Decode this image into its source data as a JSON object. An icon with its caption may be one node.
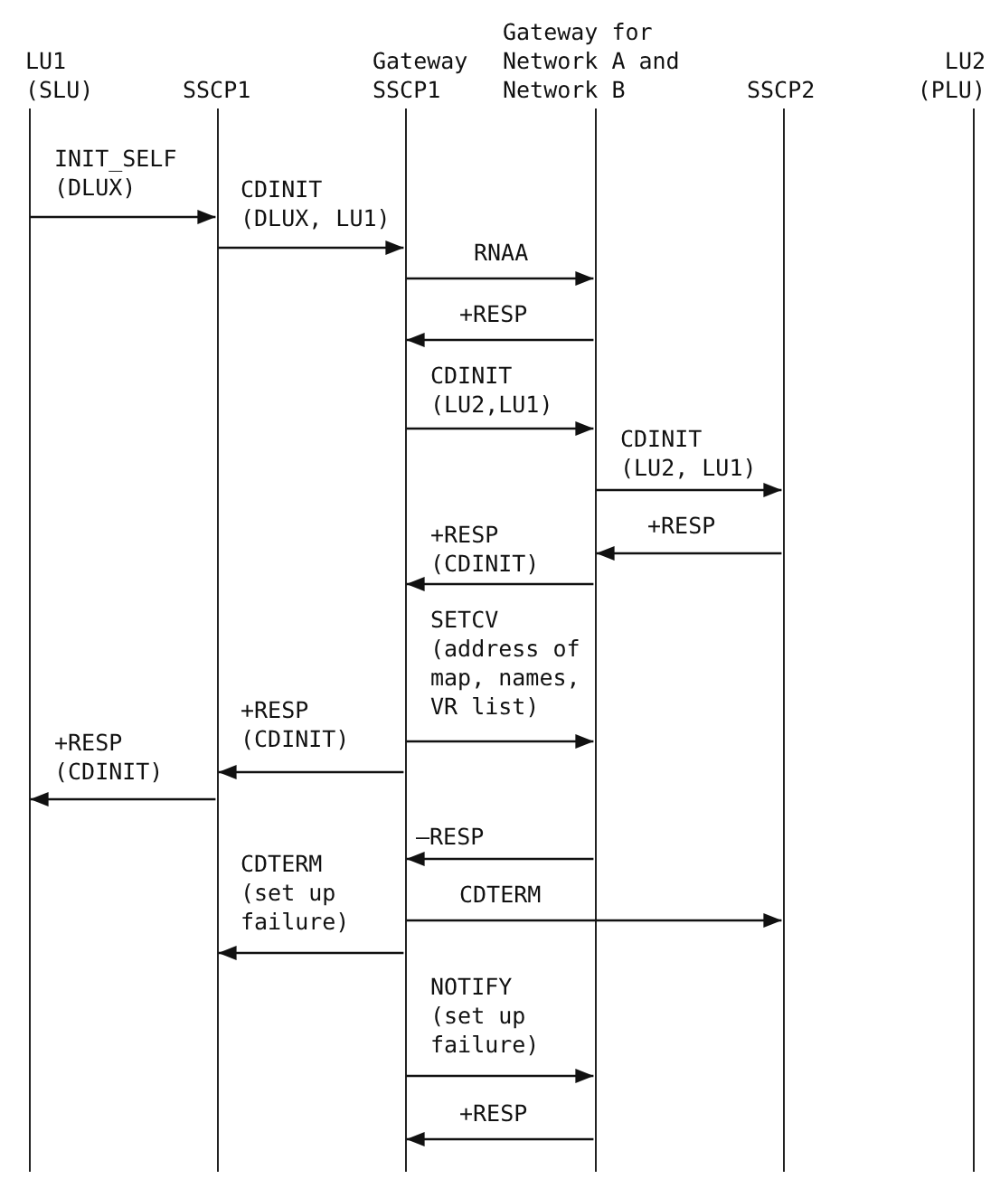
{
  "diagram": {
    "nodes": [
      {
        "text": [
          "LU1 (SLU)"
        ]
      },
      {
        "text": [
          "SSCP1"
        ]
      },
      {
        "text": [
          "Gateway SSCP1"
        ]
      },
      {
        "text": [
          "Gateway for Network A and Network B"
        ]
      },
      {
        "text": [
          "SSCP2"
        ]
      },
      {
        "text": [
          "LU2 (PLU)"
        ]
      }
    ],
    "edges": [
      {
        "from": 0,
        "to": 1,
        "arrow": "to",
        "label": "INIT_SELF (DLUX)"
      },
      {
        "from": 1,
        "to": 2,
        "arrow": "to",
        "label": "CDINIT (DLUX, LU1)"
      },
      {
        "from": 2,
        "to": 3,
        "arrow": "to",
        "label": "RNAA"
      },
      {
        "from": 3,
        "to": 2,
        "arrow": "to",
        "label": "+RESP"
      },
      {
        "from": 2,
        "to": 3,
        "arrow": "to",
        "label": "CDINIT (LU2,LU1)"
      },
      {
        "from": 3,
        "to": 4,
        "arrow": "to",
        "label": "CDINIT (LU2, LU1)"
      },
      {
        "from": 4,
        "to": 3,
        "arrow": "to",
        "label": "+RESP"
      },
      {
        "from": 3,
        "to": 2,
        "arrow": "to",
        "label": "+RESP (CDINIT)"
      },
      {
        "from": 2,
        "to": 3,
        "arrow": "to",
        "label": "SETCV (address of map, names, VR list)"
      },
      {
        "from": 2,
        "to": 1,
        "arrow": "to",
        "label": "+RESP (CDINIT)"
      },
      {
        "from": 1,
        "to": 0,
        "arrow": "to",
        "label": "+RESP (CDINIT)"
      },
      {
        "from": 3,
        "to": 2,
        "arrow": "to",
        "label": "–RESP"
      },
      {
        "from": 2,
        "to": 1,
        "arrow": "to",
        "label": "CDTERM (set up failure)"
      },
      {
        "from": 2,
        "to": 4,
        "arrow": "to",
        "label": "CDTERM"
      },
      {
        "from": 2,
        "to": 3,
        "arrow": "to",
        "label": "NOTIFY (set up failure)"
      },
      {
        "from": 3,
        "to": 2,
        "arrow": "to",
        "label": "+RESP"
      }
    ]
  }
}
